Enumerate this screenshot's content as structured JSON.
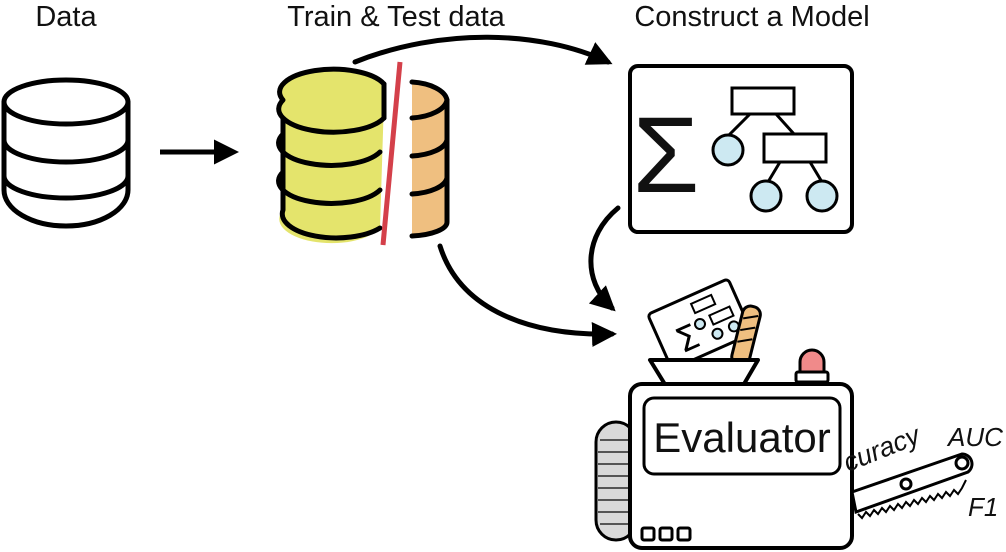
{
  "labels": {
    "data": "Data",
    "train_test": "Train & Test data",
    "construct": "Construct a Model",
    "evaluator": "Evaluator"
  },
  "metrics": {
    "accuracy": "curacy",
    "auc": "AUC",
    "f1": "F1"
  },
  "model_symbol": "Σ",
  "colors": {
    "train": "#e4e46c",
    "test": "#efbf80",
    "split": "#d4404a",
    "node": "#cde9f2",
    "alarm": "#f08a8a",
    "stroke": "#000000"
  }
}
